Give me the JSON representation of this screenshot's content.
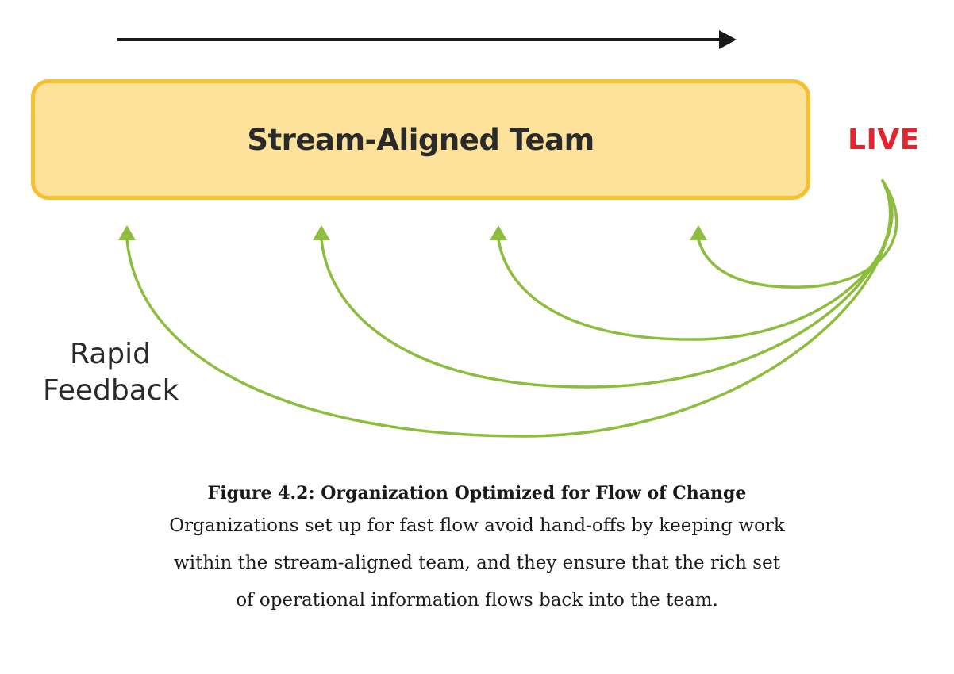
{
  "diagram": {
    "team_label": "Stream-Aligned Team",
    "live_label": "LIVE",
    "feedback_label_line1": "Rapid",
    "feedback_label_line2": "Feedback",
    "colors": {
      "team_fill": "#fde29c",
      "team_border": "#f6c12f",
      "live": "#e3262d",
      "feedback_arrows": "#8dbd3c",
      "flow_arrow": "#1a1a1a"
    }
  },
  "caption": {
    "title": "Figure 4.2: Organization Optimized for Flow of Change",
    "body_line1": "Organizations set up for fast flow avoid hand-offs by keeping work",
    "body_line2": "within the stream-aligned team, and they ensure that the rich set",
    "body_line3": "of operational information flows back into the team."
  }
}
